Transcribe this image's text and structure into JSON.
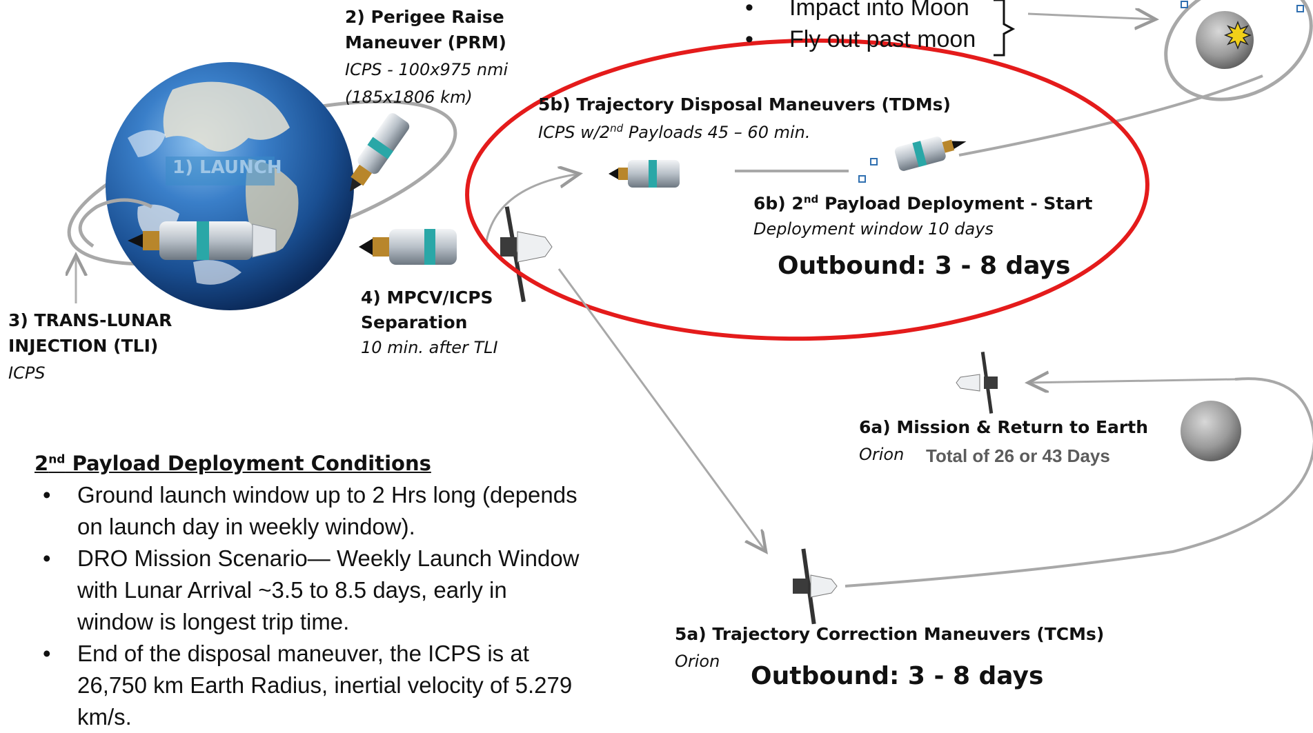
{
  "labels": {
    "launch": "1) LAUNCH",
    "prm_title1": "2) Perigee Raise",
    "prm_title2": "Maneuver (PRM)",
    "prm_sub1": "ICPS - 100x975 nmi",
    "prm_sub2": "(185x1806 km)",
    "tli_title1": "3) TRANS-LUNAR",
    "tli_title2": "INJECTION (TLI)",
    "tli_sub": "ICPS",
    "sep_title1": "4) MPCV/ICPS",
    "sep_title2": "Separation",
    "sep_sub": "10 min. after TLI",
    "tcm_title": "5a) Trajectory Correction Maneuvers (TCMs)",
    "tcm_sub": "Orion",
    "tcm_outbound": "Outbound: 3 - 8 days",
    "tdm_title": "5b) Trajectory Disposal Maneuvers (TDMs)",
    "tdm_sub_a": "ICPS w/2",
    "tdm_sub_sup": "nd",
    "tdm_sub_b": " Payloads 45 – 60 min.",
    "mission_title": "6a) Mission & Return to Earth",
    "mission_sub": "Orion",
    "mission_total": "Total of 26 or 43 Days",
    "deploy_title_a": "6b) 2",
    "deploy_title_sup": "nd",
    "deploy_title_b": " Payload Deployment - Start",
    "deploy_sub": "Deployment window 10 days",
    "deploy_outbound": "Outbound: 3 - 8 days"
  },
  "disposal_options": [
    "Impact into Moon",
    "Fly out past moon"
  ],
  "conditions": {
    "heading_a": "2",
    "heading_sup": "nd",
    "heading_b": " Payload Deployment Conditions",
    "items": [
      "Ground launch window up to 2 Hrs long (depends on launch day in weekly window).",
      "DRO Mission Scenario— Weekly Launch Window with Lunar Arrival ~3.5 to 8.5 days, early in window is longest trip time.",
      "End of the disposal maneuver, the ICPS is at 26,750 km Earth Radius, inertial velocity of 5.279 km/s."
    ]
  },
  "colors": {
    "highlight_ellipse": "#e41b1b",
    "trajectory": "#a0a0a0",
    "earth_ocean": "#1f5fa8",
    "launch_box": "#3b8bc9",
    "stage_teal": "#2aa7a7",
    "stage_gold": "#b8862b"
  }
}
